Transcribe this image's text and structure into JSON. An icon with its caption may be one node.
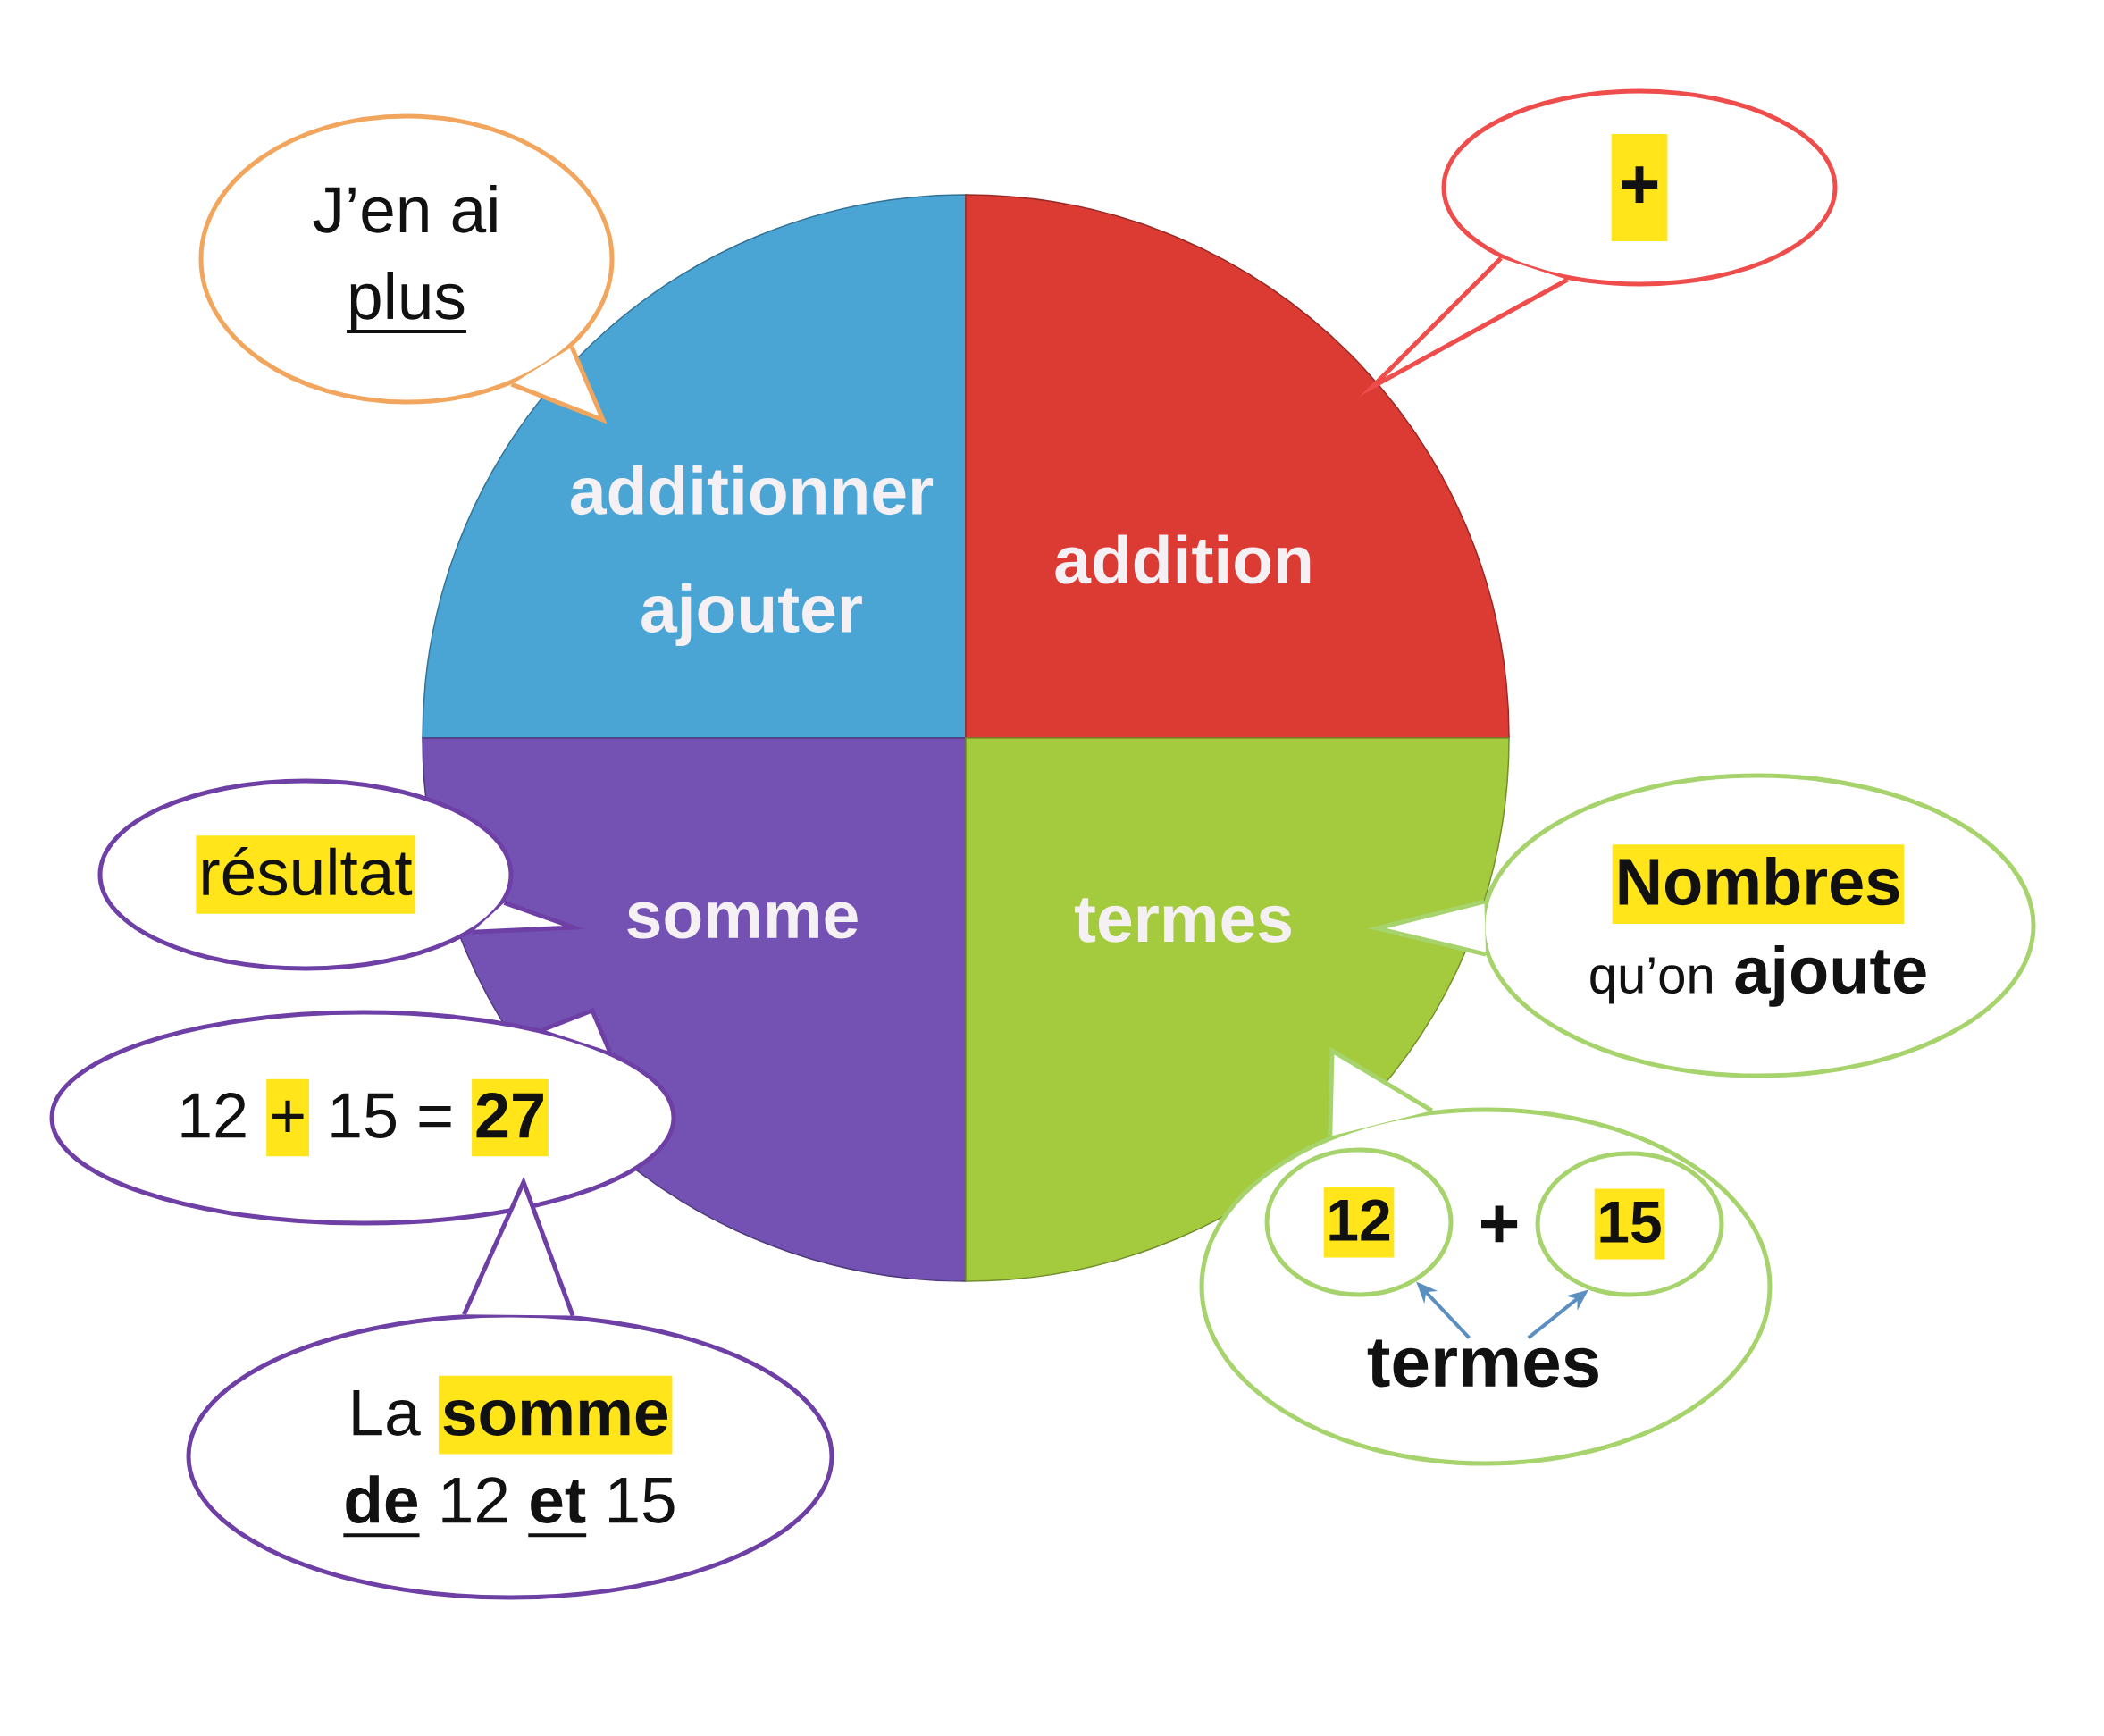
{
  "diagram": {
    "nodes": [
      {
        "text": [
          "J’en ai",
          "plus"
        ]
      },
      {
        "text": [
          "+"
        ]
      },
      {
        "text": [
          "additionner",
          "ajouter"
        ]
      },
      {
        "text": [
          "addition"
        ]
      },
      {
        "text": [
          "résultat"
        ]
      },
      {
        "text": [
          "somme"
        ]
      },
      {
        "text": [
          "termes"
        ]
      },
      {
        "text": [
          "Nombres",
          "qu’on",
          "ajoute"
        ]
      },
      {
        "text": [
          "12",
          "+",
          "15",
          "=",
          "27"
        ]
      },
      {
        "text": [
          "+"
        ]
      },
      {
        "text": [
          "12"
        ],
        "in": 9
      },
      {
        "text": [
          "15"
        ],
        "in": 9
      },
      {
        "text": [
          "termes"
        ],
        "in": 9
      },
      {
        "text": [
          "La",
          "somme",
          "de",
          "12",
          "et",
          "15"
        ]
      }
    ],
    "edges": [
      {
        "from": 12,
        "to": 10,
        "arrow": "to"
      },
      {
        "from": 12,
        "to": 11,
        "arrow": "to"
      }
    ]
  }
}
